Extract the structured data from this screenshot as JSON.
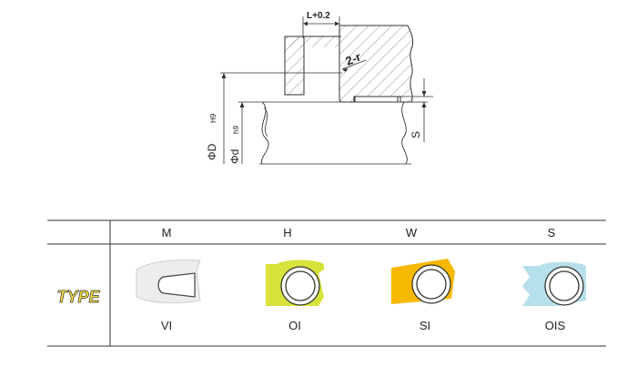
{
  "drawing": {
    "groove_width_label": "L+0.2",
    "radius_label": "2-r",
    "bore_label": "ΦD",
    "bore_tolerance": "H9",
    "rod_label": "Φd",
    "rod_tolerance": "h9",
    "section_label": "S"
  },
  "table": {
    "row_header": "TYPE",
    "columns": [
      {
        "header": "M",
        "type_name": "VI",
        "color": "#ececec"
      },
      {
        "header": "H",
        "type_name": "OI",
        "color": "#d7e23a"
      },
      {
        "header": "W",
        "type_name": "SI",
        "color": "#f6b800"
      },
      {
        "header": "S",
        "type_name": "OIS",
        "color": "#b7e1ea"
      }
    ]
  }
}
